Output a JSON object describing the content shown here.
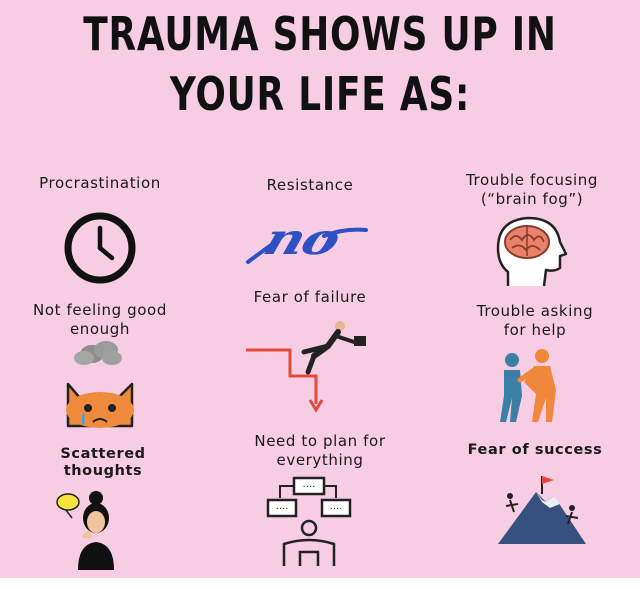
{
  "title": {
    "line1": "TRAUMA SHOWS UP IN",
    "line2": "YOUR LIFE AS:"
  },
  "items": [
    {
      "lines": [
        "Procrastination"
      ],
      "icon": "clock-icon"
    },
    {
      "lines": [
        "Resistance"
      ],
      "icon": "no-lettering-icon",
      "icon_text": "no"
    },
    {
      "lines": [
        "Trouble focusing",
        "(“brain fog”)"
      ],
      "icon": "brain-head-icon"
    },
    {
      "lines": [
        "Not feeling good",
        "enough"
      ],
      "icon": "crying-cat-icon"
    },
    {
      "lines": [
        "Fear of failure"
      ],
      "icon": "falling-man-icon"
    },
    {
      "lines": [
        "Trouble asking",
        "for help"
      ],
      "icon": "helping-people-icon"
    },
    {
      "lines": [
        "Scattered",
        "thoughts"
      ],
      "icon": "thinking-woman-icon"
    },
    {
      "lines": [
        "Need to plan for",
        "everything"
      ],
      "icon": "planning-flowchart-icon"
    },
    {
      "lines": [
        "Fear of success"
      ],
      "icon": "mountain-summit-icon"
    }
  ],
  "colors": {
    "background": "#f7cde3",
    "text": "#111111",
    "accent_blue": "#2f4fc4",
    "accent_orange": "#f0873a",
    "accent_red": "#e24a3b"
  }
}
